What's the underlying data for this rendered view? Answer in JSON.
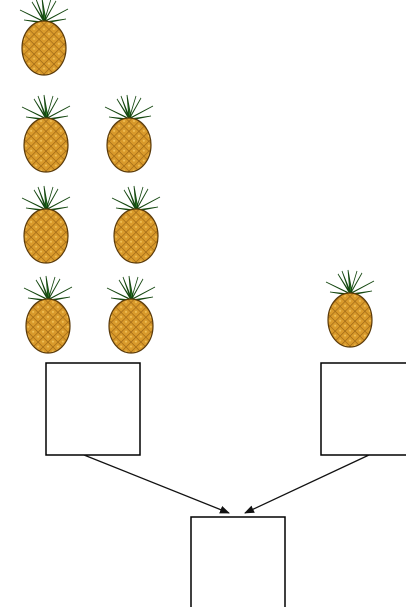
{
  "diagram": {
    "groups": [
      {
        "id": "left",
        "pineapple_count": 7,
        "box_content": ""
      },
      {
        "id": "right",
        "pineapple_count": 1,
        "box_content": ""
      }
    ],
    "result": {
      "id": "sum",
      "box_content": ""
    },
    "icon": "pineapple-icon",
    "colors": {
      "fruit_body": "#d99a2b",
      "fruit_pattern": "#9a6414",
      "fruit_outline": "#5a3a0a",
      "leaves": "#2f7d2a",
      "leaves_dark": "#14460f",
      "line": "#000000"
    }
  }
}
